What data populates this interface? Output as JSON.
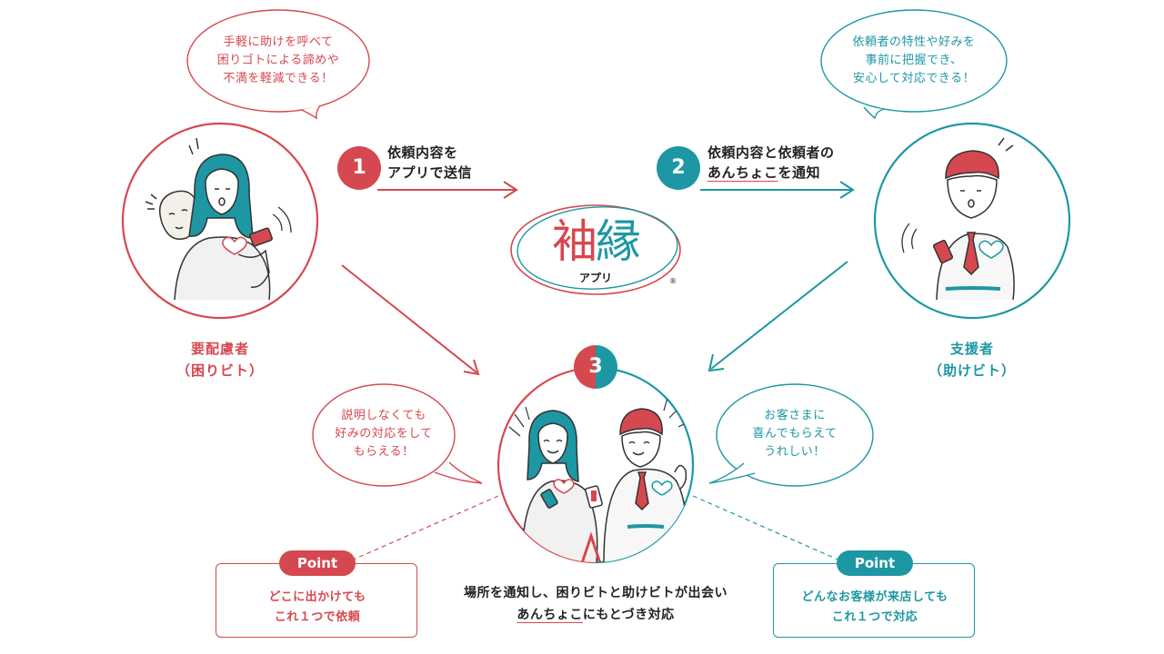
{
  "bubbles": {
    "top_left": [
      "手軽に助けを呼べて",
      "困りゴトによる諦めや",
      "不満を軽減できる！"
    ],
    "top_right": [
      "依頼者の特性や好みを",
      "事前に把握でき、",
      "安心して対応できる！"
    ],
    "bottom_left": [
      "説明しなくても",
      "好みの対応をして",
      "もらえる！"
    ],
    "bottom_right": [
      "お客さまに",
      "喜んでもらえて",
      "うれしい！"
    ]
  },
  "steps": {
    "step1": {
      "number": "1",
      "line1": "依頼内容を",
      "line2": "アプリで送信"
    },
    "step2": {
      "number": "2",
      "line1": "依頼内容と依頼者の",
      "line2_underlined": "あんちょこ",
      "line2_rest": "を通知"
    },
    "step3": {
      "number": "3"
    }
  },
  "logo": {
    "kanji": "袖縁",
    "sub": "アプリ",
    "mark": "®"
  },
  "roles": {
    "left": {
      "name": "要配慮者",
      "alias": "（困りビト）"
    },
    "right": {
      "name": "支援者",
      "alias": "（助けビト）"
    }
  },
  "points": {
    "left": {
      "tag": "Point",
      "line1": "どこに出かけても",
      "line2": "これ１つで依頼"
    },
    "right": {
      "tag": "Point",
      "line1": "どんなお客様が来店しても",
      "line2": "これ１つで対応"
    }
  },
  "caption": {
    "line1": "場所を通知し、困りビトと助けビトが出会い",
    "line2_underlined": "あんちょこ",
    "line2_rest": "にもとづき対応"
  },
  "colors": {
    "red": "#d6484f",
    "teal": "#1d97a3",
    "ink": "#333333"
  },
  "icons": [
    "worried-woman-with-child-illustration",
    "man-receiving-phone-notification-illustration",
    "woman-and-man-meeting-illustration",
    "arrow-right",
    "arrow-down-right",
    "arrow-down-left"
  ]
}
